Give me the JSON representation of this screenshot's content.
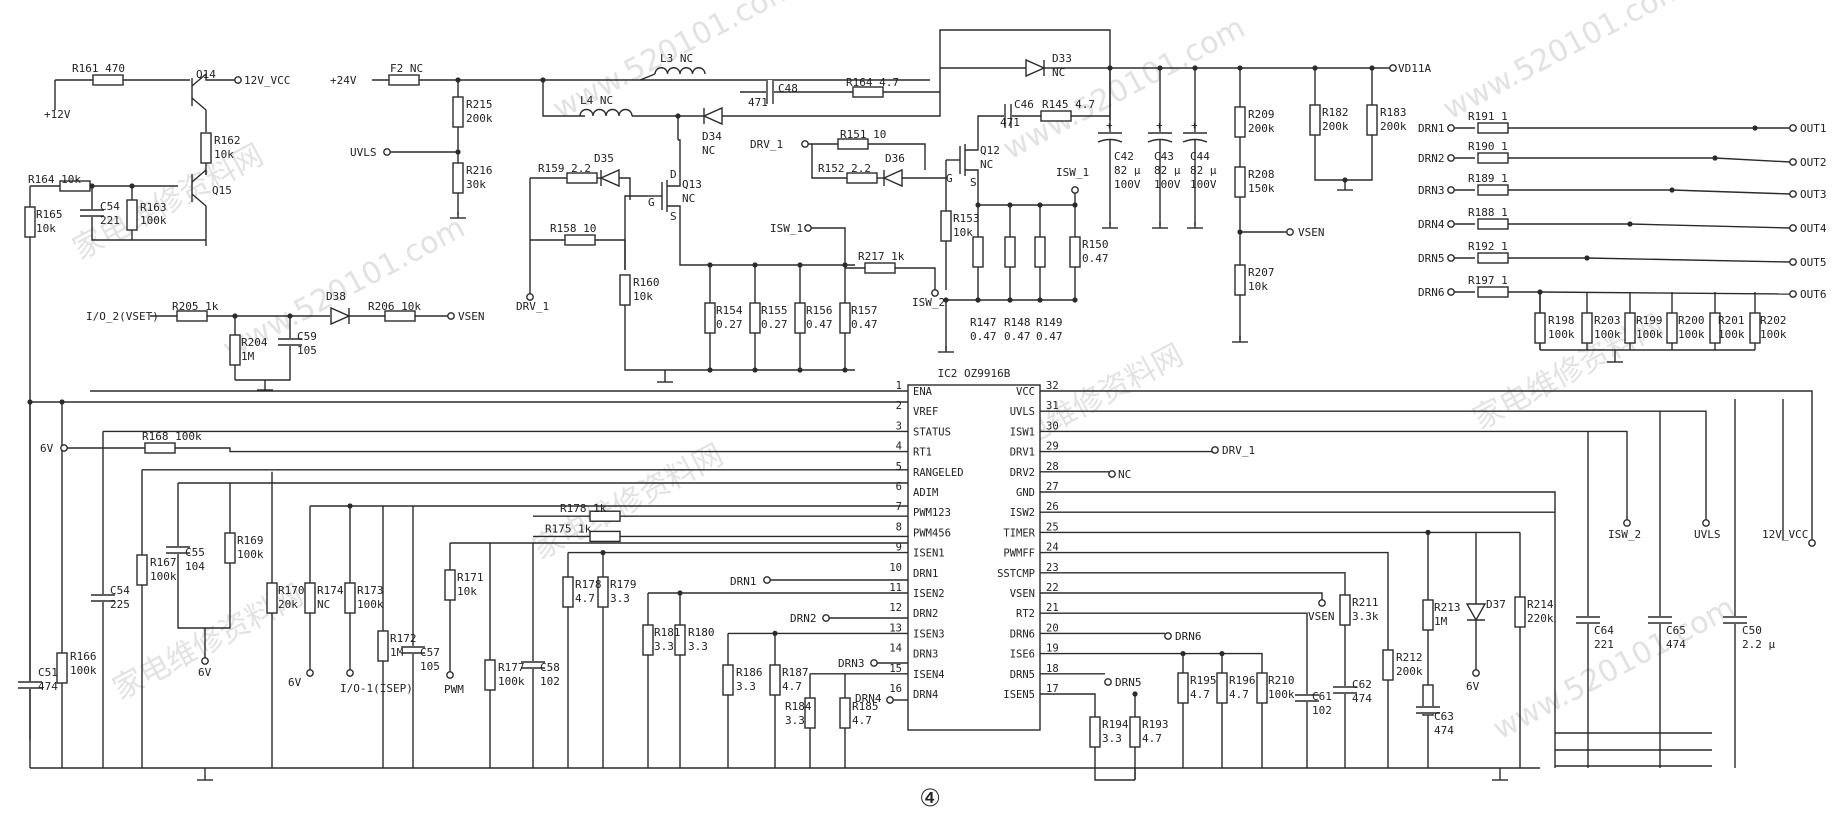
{
  "ic": {
    "title": "IC2 OZ9916B",
    "left_pins": [
      {
        "num": "1",
        "name": "ENA"
      },
      {
        "num": "2",
        "name": "VREF"
      },
      {
        "num": "3",
        "name": "STATUS"
      },
      {
        "num": "4",
        "name": "RT1"
      },
      {
        "num": "5",
        "name": "RANGELED"
      },
      {
        "num": "6",
        "name": "ADIM"
      },
      {
        "num": "7",
        "name": "PWM123"
      },
      {
        "num": "8",
        "name": "PWM456"
      },
      {
        "num": "9",
        "name": "ISEN1"
      },
      {
        "num": "10",
        "name": "DRN1"
      },
      {
        "num": "11",
        "name": "ISEN2"
      },
      {
        "num": "12",
        "name": "DRN2"
      },
      {
        "num": "13",
        "name": "ISEN3"
      },
      {
        "num": "14",
        "name": "DRN3"
      },
      {
        "num": "15",
        "name": "ISEN4"
      },
      {
        "num": "16",
        "name": "DRN4"
      }
    ],
    "right_pins": [
      {
        "num": "32",
        "name": "VCC"
      },
      {
        "num": "31",
        "name": "UVLS"
      },
      {
        "num": "30",
        "name": "ISW1"
      },
      {
        "num": "29",
        "name": "DRV1"
      },
      {
        "num": "28",
        "name": "DRV2"
      },
      {
        "num": "27",
        "name": "GND"
      },
      {
        "num": "26",
        "name": "ISW2"
      },
      {
        "num": "25",
        "name": "TIMER"
      },
      {
        "num": "24",
        "name": "PWMFF"
      },
      {
        "num": "23",
        "name": "SSTCMP"
      },
      {
        "num": "22",
        "name": "VSEN"
      },
      {
        "num": "21",
        "name": "RT2"
      },
      {
        "num": "20",
        "name": "DRN6"
      },
      {
        "num": "19",
        "name": "ISE6"
      },
      {
        "num": "18",
        "name": "DRN5"
      },
      {
        "num": "17",
        "name": "ISEN5"
      }
    ]
  },
  "labels": [
    {
      "id": "r161",
      "text": "R161 470"
    },
    {
      "id": "q14",
      "text": "Q14"
    },
    {
      "id": "v12vcc_top",
      "text": "12V_VCC"
    },
    {
      "id": "plus12v",
      "text": "+12V"
    },
    {
      "id": "r162",
      "text": "R162"
    },
    {
      "id": "r162v",
      "text": "10k"
    },
    {
      "id": "r164a",
      "text": "R164 10k"
    },
    {
      "id": "q15",
      "text": "Q15"
    },
    {
      "id": "c54a",
      "text": "C54"
    },
    {
      "id": "c54av",
      "text": "221"
    },
    {
      "id": "r163",
      "text": "R163"
    },
    {
      "id": "r163v",
      "text": "100k"
    },
    {
      "id": "r165",
      "text": "R165"
    },
    {
      "id": "r165v",
      "text": "10k"
    },
    {
      "id": "io2",
      "text": "I/O_2(VSET)"
    },
    {
      "id": "r205",
      "text": "R205 1k"
    },
    {
      "id": "d38",
      "text": "D38"
    },
    {
      "id": "r206",
      "text": "R206 10k"
    },
    {
      "id": "vsen1",
      "text": "VSEN"
    },
    {
      "id": "r204",
      "text": "R204"
    },
    {
      "id": "r204v",
      "text": "1M"
    },
    {
      "id": "c59",
      "text": "C59"
    },
    {
      "id": "c59v",
      "text": "105"
    },
    {
      "id": "p24v",
      "text": "+24V"
    },
    {
      "id": "f2",
      "text": "F2 NC"
    },
    {
      "id": "r215",
      "text": "R215"
    },
    {
      "id": "r215v",
      "text": "200k"
    },
    {
      "id": "uvls1",
      "text": "UVLS"
    },
    {
      "id": "r216",
      "text": "R216"
    },
    {
      "id": "r216v",
      "text": "30k"
    },
    {
      "id": "l3",
      "text": "L3 NC"
    },
    {
      "id": "l4",
      "text": "L4 NC"
    },
    {
      "id": "c48",
      "text": "C48"
    },
    {
      "id": "c48v",
      "text": "471"
    },
    {
      "id": "r164b",
      "text": "R164 4.7"
    },
    {
      "id": "d33",
      "text": "D33"
    },
    {
      "id": "d33v",
      "text": "NC"
    },
    {
      "id": "vd11a",
      "text": "VD11A"
    },
    {
      "id": "c46",
      "text": "C46"
    },
    {
      "id": "c46v",
      "text": "471"
    },
    {
      "id": "r145",
      "text": "R145 4.7"
    },
    {
      "id": "d34",
      "text": "D34"
    },
    {
      "id": "d34v",
      "text": "NC"
    },
    {
      "id": "drv1a",
      "text": "DRV_1"
    },
    {
      "id": "r151",
      "text": "R151 10"
    },
    {
      "id": "r152",
      "text": "R152 2.2"
    },
    {
      "id": "d36",
      "text": "D36"
    },
    {
      "id": "q12",
      "text": "Q12"
    },
    {
      "id": "q12v",
      "text": "NC"
    },
    {
      "id": "r159",
      "text": "R159 2.2"
    },
    {
      "id": "d35",
      "text": "D35"
    },
    {
      "id": "q13",
      "text": "Q13"
    },
    {
      "id": "q13v",
      "text": "NC"
    },
    {
      "id": "r158",
      "text": "R158 10"
    },
    {
      "id": "isw1a",
      "text": "ISW_1"
    },
    {
      "id": "r217",
      "text": "R217 1k"
    },
    {
      "id": "isw2a",
      "text": "ISW_2"
    },
    {
      "id": "r160",
      "text": "R160"
    },
    {
      "id": "r160v",
      "text": "10k"
    },
    {
      "id": "drv1b",
      "text": "DRV_1"
    },
    {
      "id": "r154",
      "text": "R154"
    },
    {
      "id": "r154v",
      "text": "0.27"
    },
    {
      "id": "r155",
      "text": "R155"
    },
    {
      "id": "r155v",
      "text": "0.27"
    },
    {
      "id": "r156",
      "text": "R156"
    },
    {
      "id": "r156v",
      "text": "0.47"
    },
    {
      "id": "r157",
      "text": "R157"
    },
    {
      "id": "r157v",
      "text": "0.47"
    },
    {
      "id": "isw1b",
      "text": "ISW_1"
    },
    {
      "id": "r153",
      "text": "R153"
    },
    {
      "id": "r153v",
      "text": "10k"
    },
    {
      "id": "r150",
      "text": "R150"
    },
    {
      "id": "r150v",
      "text": "0.47"
    },
    {
      "id": "r147",
      "text": "R147"
    },
    {
      "id": "r148",
      "text": "R148"
    },
    {
      "id": "r149",
      "text": "R149"
    },
    {
      "id": "r147v",
      "text": "0.47"
    },
    {
      "id": "r148v",
      "text": "0.47"
    },
    {
      "id": "r149v",
      "text": "0.47"
    },
    {
      "id": "c42",
      "text": "C42"
    },
    {
      "id": "c42v",
      "text": "82 μ"
    },
    {
      "id": "c42w",
      "text": "100V"
    },
    {
      "id": "c43",
      "text": "C43"
    },
    {
      "id": "c43v",
      "text": "82 μ"
    },
    {
      "id": "c43w",
      "text": "100V"
    },
    {
      "id": "c44",
      "text": "C44"
    },
    {
      "id": "c44v",
      "text": "82 μ"
    },
    {
      "id": "c44w",
      "text": "100V"
    },
    {
      "id": "r209",
      "text": "R209"
    },
    {
      "id": "r209v",
      "text": "200k"
    },
    {
      "id": "r208",
      "text": "R208"
    },
    {
      "id": "r208v",
      "text": "150k"
    },
    {
      "id": "vsen2",
      "text": "VSEN"
    },
    {
      "id": "r207",
      "text": "R207"
    },
    {
      "id": "r207v",
      "text": "10k"
    },
    {
      "id": "r182",
      "text": "R182"
    },
    {
      "id": "r182v",
      "text": "200k"
    },
    {
      "id": "r183",
      "text": "R183"
    },
    {
      "id": "r183v",
      "text": "200k"
    },
    {
      "id": "drn1r",
      "text": "DRN1"
    },
    {
      "id": "drn2r",
      "text": "DRN2"
    },
    {
      "id": "drn3r",
      "text": "DRN3"
    },
    {
      "id": "drn4r",
      "text": "DRN4"
    },
    {
      "id": "drn5r",
      "text": "DRN5"
    },
    {
      "id": "drn6r",
      "text": "DRN6"
    },
    {
      "id": "r191",
      "text": "R191 1"
    },
    {
      "id": "r190",
      "text": "R190 1"
    },
    {
      "id": "r189",
      "text": "R189 1"
    },
    {
      "id": "r188",
      "text": "R188 1"
    },
    {
      "id": "r192",
      "text": "R192 1"
    },
    {
      "id": "r197",
      "text": "R197 1"
    },
    {
      "id": "out1",
      "text": "OUT1"
    },
    {
      "id": "out2",
      "text": "OUT2"
    },
    {
      "id": "out3",
      "text": "OUT3"
    },
    {
      "id": "out4",
      "text": "OUT4"
    },
    {
      "id": "out5",
      "text": "OUT5"
    },
    {
      "id": "out6",
      "text": "OUT6"
    },
    {
      "id": "r198",
      "text": "R198"
    },
    {
      "id": "r198v",
      "text": "100k"
    },
    {
      "id": "r203",
      "text": "R203"
    },
    {
      "id": "r203v",
      "text": "100k"
    },
    {
      "id": "r199",
      "text": "R199"
    },
    {
      "id": "r199v",
      "text": "100k"
    },
    {
      "id": "r200",
      "text": "R200"
    },
    {
      "id": "r200v",
      "text": "100k"
    },
    {
      "id": "r201",
      "text": "R201"
    },
    {
      "id": "r201v",
      "text": "100k"
    },
    {
      "id": "r202",
      "text": "R202"
    },
    {
      "id": "r202v",
      "text": "100k"
    },
    {
      "id": "v6a",
      "text": "6V"
    },
    {
      "id": "r168",
      "text": "R168 100k"
    },
    {
      "id": "drv1c",
      "text": "DRV_1"
    },
    {
      "id": "nc28",
      "text": "NC"
    },
    {
      "id": "isw2b",
      "text": "ISW_2"
    },
    {
      "id": "uvls2",
      "text": "UVLS"
    },
    {
      "id": "v12vcc_b",
      "text": "12V_VCC"
    },
    {
      "id": "c51",
      "text": "C51"
    },
    {
      "id": "c51v",
      "text": "474"
    },
    {
      "id": "r166",
      "text": "R166"
    },
    {
      "id": "r166v",
      "text": "100k"
    },
    {
      "id": "c54b",
      "text": "C54"
    },
    {
      "id": "c54bv",
      "text": "225"
    },
    {
      "id": "r167",
      "text": "R167"
    },
    {
      "id": "r167v",
      "text": "100k"
    },
    {
      "id": "c55",
      "text": "C55"
    },
    {
      "id": "c55v",
      "text": "104"
    },
    {
      "id": "r169",
      "text": "R169"
    },
    {
      "id": "r169v",
      "text": "100k"
    },
    {
      "id": "v6b",
      "text": "6V"
    },
    {
      "id": "r170",
      "text": "R170"
    },
    {
      "id": "r170v",
      "text": "20k"
    },
    {
      "id": "r174",
      "text": "R174"
    },
    {
      "id": "r174v",
      "text": "NC"
    },
    {
      "id": "r173",
      "text": "R173"
    },
    {
      "id": "r173v",
      "text": "100k"
    },
    {
      "id": "v6c",
      "text": "6V"
    },
    {
      "id": "io1",
      "text": "I/O-1(ISEP)"
    },
    {
      "id": "r172",
      "text": "R172"
    },
    {
      "id": "r172v",
      "text": "1M"
    },
    {
      "id": "c57",
      "text": "C57"
    },
    {
      "id": "c57v",
      "text": "105"
    },
    {
      "id": "r171",
      "text": "R171"
    },
    {
      "id": "r171v",
      "text": "10k"
    },
    {
      "id": "pwm",
      "text": "PWM"
    },
    {
      "id": "r177",
      "text": "R177"
    },
    {
      "id": "r177v",
      "text": "100k"
    },
    {
      "id": "c58",
      "text": "C58"
    },
    {
      "id": "c58v",
      "text": "102"
    },
    {
      "id": "r178a",
      "text": "R178 1k"
    },
    {
      "id": "r175",
      "text": "R175 1k"
    },
    {
      "id": "r178b",
      "text": "R178"
    },
    {
      "id": "r178bv",
      "text": "4.7"
    },
    {
      "id": "r179",
      "text": "R179"
    },
    {
      "id": "r179v",
      "text": "3.3"
    },
    {
      "id": "drn1l",
      "text": "DRN1"
    },
    {
      "id": "r181",
      "text": "R181"
    },
    {
      "id": "r181v",
      "text": "3.3"
    },
    {
      "id": "r180",
      "text": "R180"
    },
    {
      "id": "r180v",
      "text": "3.3"
    },
    {
      "id": "drn2l",
      "text": "DRN2"
    },
    {
      "id": "r186",
      "text": "R186"
    },
    {
      "id": "r186v",
      "text": "3.3"
    },
    {
      "id": "r187",
      "text": "R187"
    },
    {
      "id": "r187v",
      "text": "4.7"
    },
    {
      "id": "drn3l",
      "text": "DRN3"
    },
    {
      "id": "drn4l",
      "text": "DRN4"
    },
    {
      "id": "r184",
      "text": "R184"
    },
    {
      "id": "r184v",
      "text": "3.3"
    },
    {
      "id": "r185",
      "text": "R185"
    },
    {
      "id": "r185v",
      "text": "4.7"
    },
    {
      "id": "drn6l",
      "text": "DRN6"
    },
    {
      "id": "drn5l",
      "text": "DRN5"
    },
    {
      "id": "vsen3",
      "text": "VSEN"
    },
    {
      "id": "r211",
      "text": "R211"
    },
    {
      "id": "r211v",
      "text": "3.3k"
    },
    {
      "id": "c62",
      "text": "C62"
    },
    {
      "id": "c62v",
      "text": "474"
    },
    {
      "id": "r194",
      "text": "R194"
    },
    {
      "id": "r194v",
      "text": "3.3"
    },
    {
      "id": "r193",
      "text": "R193"
    },
    {
      "id": "r193v",
      "text": "4.7"
    },
    {
      "id": "r195",
      "text": "R195"
    },
    {
      "id": "r195v",
      "text": "4.7"
    },
    {
      "id": "r196",
      "text": "R196"
    },
    {
      "id": "r196v",
      "text": "4.7"
    },
    {
      "id": "r210",
      "text": "R210"
    },
    {
      "id": "r210v",
      "text": "100k"
    },
    {
      "id": "c61",
      "text": "C61"
    },
    {
      "id": "c61v",
      "text": "102"
    },
    {
      "id": "r212",
      "text": "R212"
    },
    {
      "id": "r212v",
      "text": "200k"
    },
    {
      "id": "c63",
      "text": "C63"
    },
    {
      "id": "c63v",
      "text": "474"
    },
    {
      "id": "r213",
      "text": "R213"
    },
    {
      "id": "r213v",
      "text": "1M"
    },
    {
      "id": "d37",
      "text": "D37"
    },
    {
      "id": "r214",
      "text": "R214"
    },
    {
      "id": "r214v",
      "text": "220k"
    },
    {
      "id": "v6d",
      "text": "6V"
    },
    {
      "id": "c64",
      "text": "C64"
    },
    {
      "id": "c64v",
      "text": "221"
    },
    {
      "id": "c65",
      "text": "C65"
    },
    {
      "id": "c65v",
      "text": "474"
    },
    {
      "id": "c50",
      "text": "C50"
    },
    {
      "id": "c50v",
      "text": "2.2 μ"
    }
  ],
  "figure_mark": "④",
  "watermark": {
    "cn": "家电维修资料网",
    "url": "www.520101.com"
  }
}
